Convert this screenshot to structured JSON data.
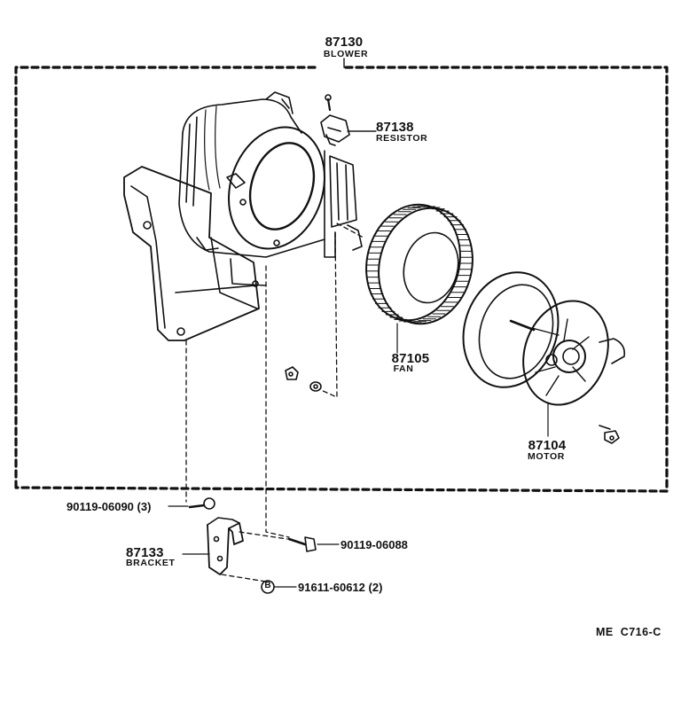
{
  "parts": {
    "blower": {
      "number": "87130",
      "name": "BLOWER"
    },
    "resistor": {
      "number": "87138",
      "name": "RESISTOR"
    },
    "fan": {
      "number": "87105",
      "name": "FAN"
    },
    "motor": {
      "number": "87104",
      "name": "MOTOR"
    },
    "bracket": {
      "number": "87133",
      "name": "BRACKET"
    }
  },
  "fasteners": {
    "screw_a": "90119-06090 (3)",
    "screw_b": "90119-06088",
    "nut": "91611-60612 (2)",
    "nut_marker": "B"
  },
  "diagram_code": "ME  C716-C"
}
